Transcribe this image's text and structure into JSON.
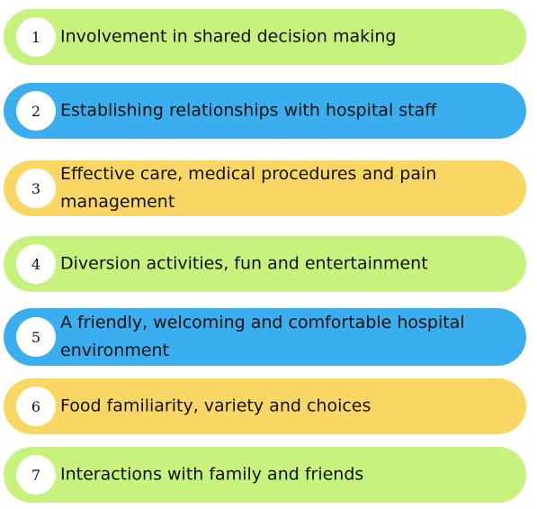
{
  "colors": {
    "green": "#c6f27d",
    "blue": "#3aaeee",
    "yellow": "#fad765"
  },
  "items": [
    {
      "number": "1",
      "text": "Involvement in shared decision making",
      "color": "green"
    },
    {
      "number": "2",
      "text": "Establishing relationships with hospital staff",
      "color": "blue"
    },
    {
      "number": "3",
      "text": "Effective care, medical procedures and pain management",
      "color": "yellow"
    },
    {
      "number": "4",
      "text": "Diversion activities, fun and entertainment",
      "color": "green"
    },
    {
      "number": "5",
      "text": "A friendly, welcoming and comfortable hospital environment",
      "color": "blue"
    },
    {
      "number": "6",
      "text": "Food familiarity, variety and choices",
      "color": "yellow"
    },
    {
      "number": "7",
      "text": "Interactions with family and friends",
      "color": "green"
    }
  ]
}
